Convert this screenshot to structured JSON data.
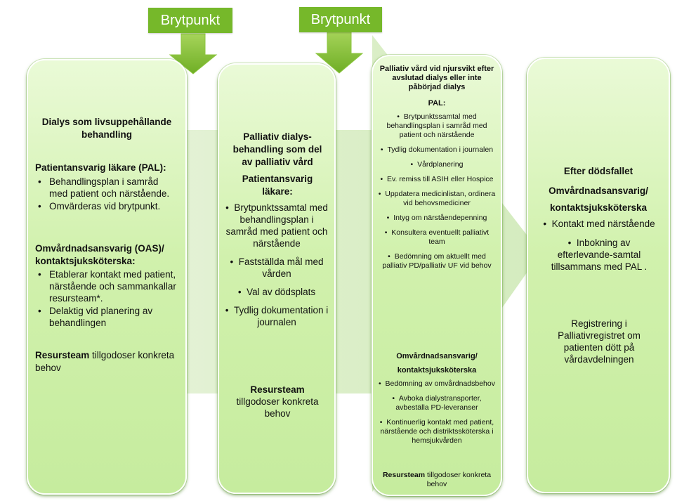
{
  "colors": {
    "tag_green": "#76b82a",
    "arrow_green": "#8ec63f",
    "card_fill": "#d1f1ad",
    "flow_band": "#dff0cf"
  },
  "tags": [
    "Brytpunkt",
    "Brytpunkt"
  ],
  "col1": {
    "title": "Dialys som livsuppehållande behandling",
    "pal_heading": "Patientansvarig läkare (PAL):",
    "pal_items": [
      "Behandlingsplan i samråd med patient och närstående.",
      "Omvärderas vid brytpunkt."
    ],
    "oas_heading": "Omvårdnadsansvarig (OAS)/ kontaktsjuksköterska:",
    "oas_items": [
      "Etablerar kontakt med patient, närstående och sammankallar resursteam*.",
      "Delaktig vid planering av behandlingen"
    ],
    "resurs_bold": "Resursteam",
    "resurs_text": " tillgodoser konkreta behov"
  },
  "col2": {
    "title": "Palliativ dialys-behandling som del av palliativ vård",
    "pal_heading": "Patientansvarig läkare:",
    "items": [
      "Brytpunktssamtal med behandlingsplan i samråd med patient och närstående",
      "Fastställda mål med vården",
      "Val av dödsplats",
      "Tydlig dokumentation i journalen"
    ],
    "resurs_bold": "Resursteam",
    "resurs_text": "tillgodoser konkreta behov"
  },
  "col3": {
    "title": "Palliativ vård vid njursvikt efter avslutad dialys eller inte påbörjad dialys",
    "pal_heading": "PAL:",
    "pal_items": [
      "Brytpunktssamtal med behandlingsplan i samråd med patient och närstående",
      "Tydlig dokumentation i journalen",
      "Vårdplanering",
      "Ev. remiss till ASIH eller Hospice",
      "Uppdatera medicinlistan, ordinera vid behovsmediciner",
      "Intyg om närståendepenning",
      "Konsultera eventuellt palliativt team",
      "Bedömning om aktuellt med palliativ PD/palliativ UF vid behov"
    ],
    "oas_heading": "Omvårdnadsansvarig/ kontaktsjuksköterska",
    "oas_items": [
      "Bedömning av omvårdnadsbehov",
      "Avboka dialystransporter, avbeställa PD-leveranser",
      "Kontinuerlig kontakt med patient, närstående och distriktssköterska i hemsjukvården"
    ],
    "resurs_bold": "Resursteam",
    "resurs_text": " tillgodoser konkreta behov"
  },
  "col4": {
    "title": "Efter dödsfallet",
    "oas_heading": "Omvårdnadsansvarig/ kontaktsjuksköterska",
    "items": [
      "Kontakt med närstående",
      "Inbokning av efterlevande-samtal tillsammans med PAL ."
    ],
    "registration": "Registrering i Palliativregistret om patienten dött på vårdavdelningen"
  }
}
